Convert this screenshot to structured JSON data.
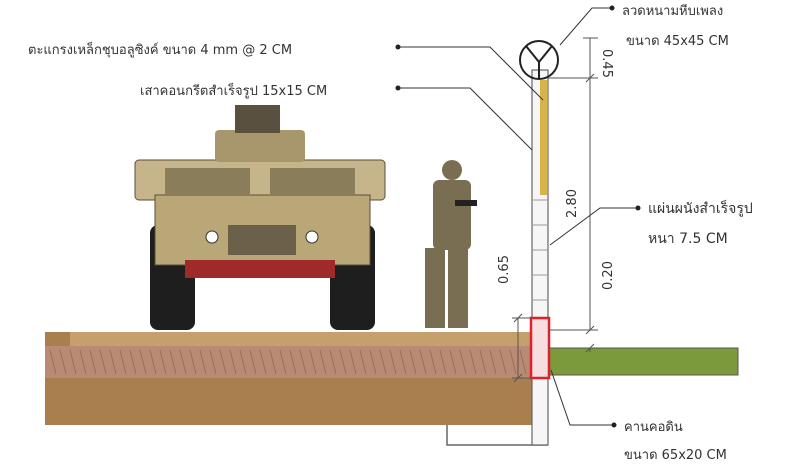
{
  "labels": {
    "mesh": "ตะแกรงเหล็กชุบอลูซิงค์ ขนาด 4 mm @ 2 CM",
    "post": "เสาคอนกรีตสำเร็จรูป 15x15 CM",
    "wire_line1": "ลวดหนามหีบเพลง",
    "wire_line2": "ขนาด 45x45 CM",
    "panel_line1": "แผ่นผนังสำเร็จรูป",
    "panel_line2": "หนา 7.5 CM",
    "beam_line1": "คานคอดิน",
    "beam_line2": "ขนาด 65x20 CM"
  },
  "dimensions": {
    "wire_height": "0.45",
    "fence_height": "2.80",
    "beam_above": "0.65",
    "beam_gap": "0.20"
  },
  "colors": {
    "soil": "#a97f4e",
    "grass": "#7a9a3c",
    "beam_outline": "#e0202a",
    "post_yellow": "#d8b24a"
  }
}
